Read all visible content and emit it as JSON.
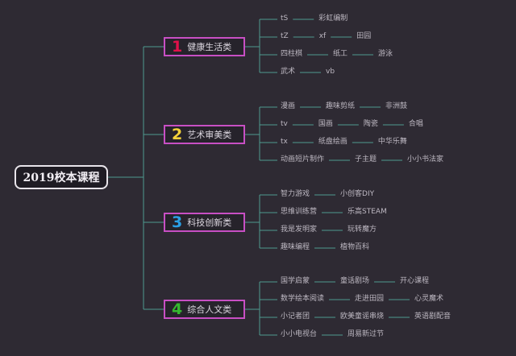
{
  "root": "2019校本课程",
  "colors": {
    "connector": "#4f9a8f",
    "leaf_line": "#4f9a8f",
    "cat1": "#e0114a",
    "cat2": "#f5d23a",
    "cat3": "#2aa0e6",
    "cat4": "#35b82f",
    "cat_border": "#c84fc4"
  },
  "categories": [
    {
      "num": "1",
      "label": "健康生活类",
      "rows": [
        [
          "tS",
          "彩虹编制"
        ],
        [
          "tZ",
          "xf",
          "田园"
        ],
        [
          "四柱棋",
          "纸工",
          "游泳"
        ],
        [
          "武术",
          "vb"
        ]
      ]
    },
    {
      "num": "2",
      "label": "艺术审美类",
      "rows": [
        [
          "漫画",
          "趣味剪纸",
          "非洲鼓"
        ],
        [
          "tv",
          "国画",
          "陶瓷",
          "合唱"
        ],
        [
          "tx",
          "纸盘绘画",
          "中华乐舞"
        ],
        [
          "动画短片制作",
          "子主题",
          "小小书法家"
        ]
      ]
    },
    {
      "num": "3",
      "label": "科技创新类",
      "rows": [
        [
          "智力游戏",
          "小创客DIY"
        ],
        [
          "思维训练营",
          "乐高STEAM"
        ],
        [
          "我是发明家",
          "玩转魔方"
        ],
        [
          "趣味编程",
          "植物百科"
        ]
      ]
    },
    {
      "num": "4",
      "label": "综合人文类",
      "rows": [
        [
          "国学启蒙",
          "童话剧场",
          "开心课程"
        ],
        [
          "数学绘本阅读",
          "走进田园",
          "心灵魔术"
        ],
        [
          "小记者团",
          "欧美童谣串烧",
          "英语剧配音"
        ],
        [
          "小小电视台",
          "周易新过节"
        ]
      ]
    }
  ]
}
